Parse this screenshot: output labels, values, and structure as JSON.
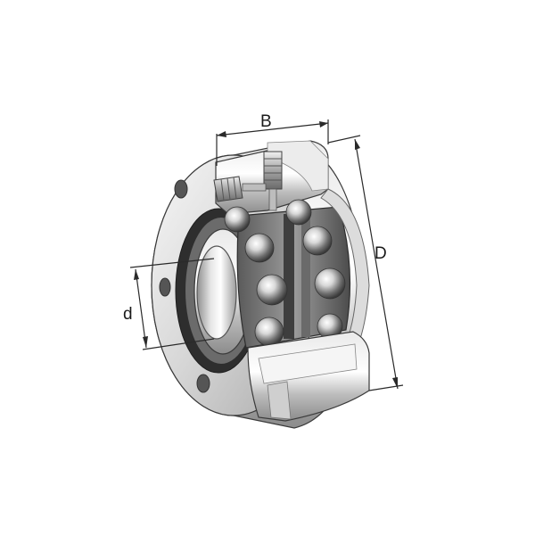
{
  "dimensions": {
    "width_label": "B",
    "outer_diameter_label": "D",
    "bore_diameter_label": "d"
  },
  "colors": {
    "steel_light": "#f2f2f2",
    "steel_mid": "#c8c8c8",
    "steel_dark": "#7a7a7a",
    "cage_dark": "#4a4a4a",
    "ball_highlight": "#ffffff"
  }
}
